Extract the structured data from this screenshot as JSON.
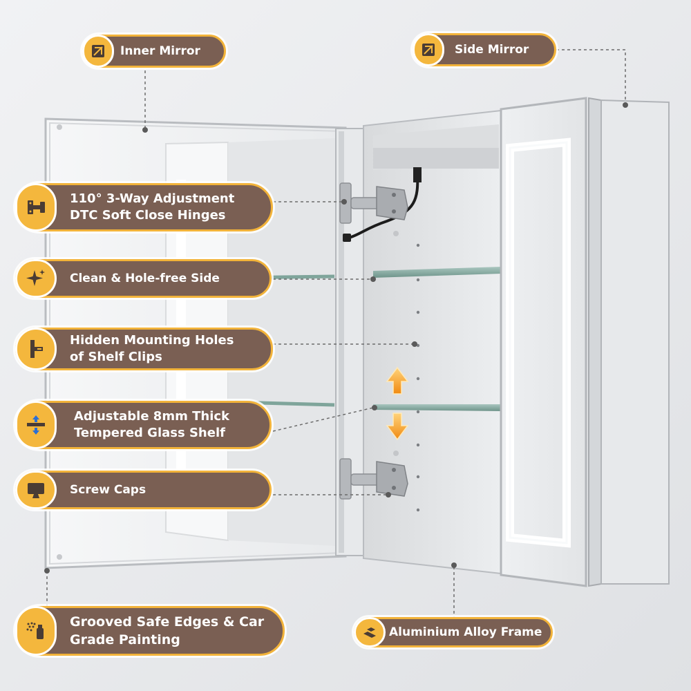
{
  "callouts": {
    "inner_mirror": {
      "label": "Inner Mirror",
      "icon": "mirror-icon"
    },
    "side_mirror": {
      "label": "Side Mirror",
      "icon": "mirror-icon"
    },
    "hinges": {
      "line1": "110° 3-Way Adjustment",
      "line2": "DTC Soft Close Hinges",
      "icon": "hinge-icon"
    },
    "clean_side": {
      "label": "Clean & Hole-free Side",
      "icon": "sparkle-icon"
    },
    "mounting_holes": {
      "line1": "Hidden Mounting Holes",
      "line2": "of Shelf Clips",
      "icon": "shelf-clip-icon"
    },
    "glass_shelf": {
      "line1": "Adjustable 8mm Thick",
      "line2": "Tempered Glass Shelf",
      "icon": "adjust-shelf-icon"
    },
    "screw_caps": {
      "label": "Screw Caps",
      "icon": "screw-cap-icon"
    },
    "grooved_edges": {
      "line1": "Grooved Safe Edges & Car",
      "line2": "Grade Painting",
      "icon": "spray-paint-icon"
    },
    "frame": {
      "label": "Aluminium Alloy Frame",
      "icon": "aluminium-bars-icon"
    }
  },
  "colors": {
    "pill_fill": "#7a5f53",
    "pill_border": "#f2b33a",
    "badge_fill": "#f4b73d",
    "background": "#e9eaec",
    "arrow": "#f6a21e"
  }
}
